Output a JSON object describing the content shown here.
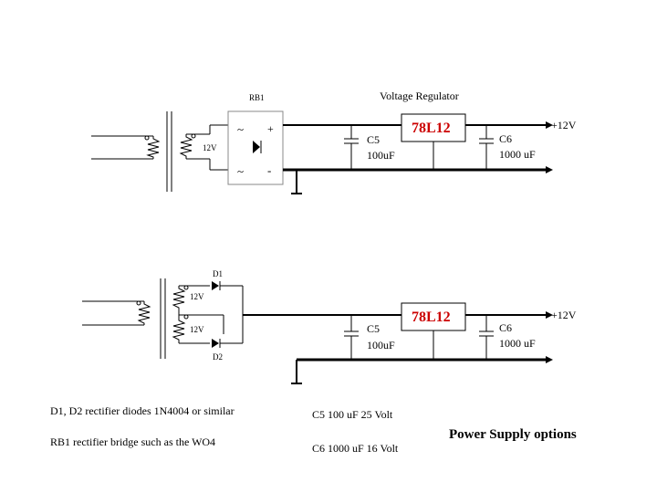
{
  "top_circuit": {
    "bridge_label": "RB1",
    "regulator_title": "Voltage Regulator",
    "secondary_voltage": "12V",
    "ac_symbol_1": "~",
    "ac_symbol_2": "~",
    "plus_symbol": "+",
    "minus_symbol": "-",
    "regulator_part": "78L12",
    "c5_name": "C5",
    "c5_value": "100uF",
    "c6_name": "C6",
    "c6_value": "1000 uF",
    "output_voltage": "+12V"
  },
  "bottom_circuit": {
    "d1_label": "D1",
    "d2_label": "D2",
    "secondary_voltage_top": "12V",
    "secondary_voltage_bottom": "12V",
    "regulator_part": "78L12",
    "c5_name": "C5",
    "c5_value": "100uF",
    "c6_name": "C6",
    "c6_value": "1000 uF",
    "output_voltage": "+12V"
  },
  "notes": {
    "diodes": "D1, D2 rectifier diodes 1N4004 or similar",
    "bridge": "RB1 rectifier bridge such as the WO4",
    "c5_spec": "C5 100 uF  25 Volt",
    "c6_spec": "C6 1000 uF  16 Volt",
    "heading": "Power Supply options"
  },
  "colors": {
    "regulator_text": "#cc0000",
    "line": "#000000"
  }
}
